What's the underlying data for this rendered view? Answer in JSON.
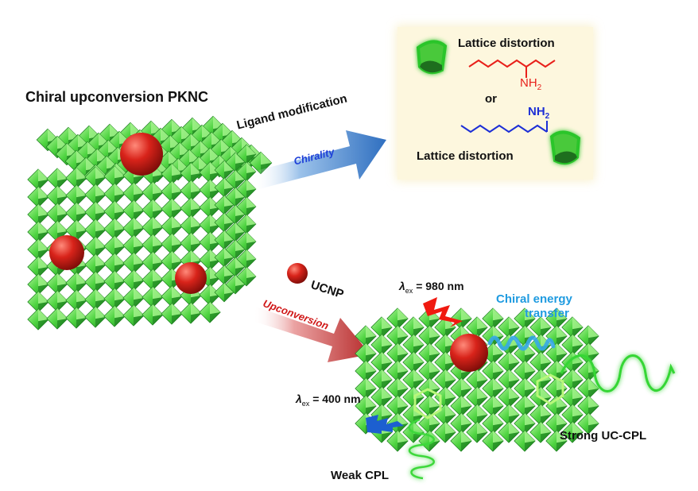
{
  "labels": {
    "title": "Chiral upconversion PKNC",
    "ligand_modification": "Ligand modification",
    "chirality": "Chirality",
    "lattice_distortion_top": "Lattice distortion",
    "nh2_top": "NH",
    "nh2_top_sub": "2",
    "or": "or",
    "nh2_bottom": "NH",
    "nh2_bottom_sub": "2",
    "lattice_distortion_bottom": "Lattice distortion",
    "ucnp": "UCNP",
    "upconversion": "Upconversion",
    "lambda_980_sym": "λ",
    "lambda_980_sub": "ex",
    "lambda_980_val": " = 980 nm",
    "chiral_energy_transfer_1": "Chiral energy",
    "chiral_energy_transfer_2": "transfer",
    "lambda_400_sym": "λ",
    "lambda_400_sub": "ex",
    "lambda_400_val": " = 400 nm",
    "strong_uc_cpl": "Strong UC-CPL",
    "weak_cpl": "Weak CPL"
  },
  "colors": {
    "octahedron_light": "#7ee86a",
    "octahedron_mid": "#3fc43a",
    "octahedron_dark": "#1f8f22",
    "ucnp_red": "#cc1a12",
    "amine_red": "#e8201a",
    "amine_blue": "#1d2fd6",
    "chiral_blue": "#2a9de0",
    "panel_bg": "#fdf6dc",
    "arrow_blue": "#3d7cc9",
    "arrow_red": "#c43a3a",
    "glow_green": "#38d436"
  }
}
